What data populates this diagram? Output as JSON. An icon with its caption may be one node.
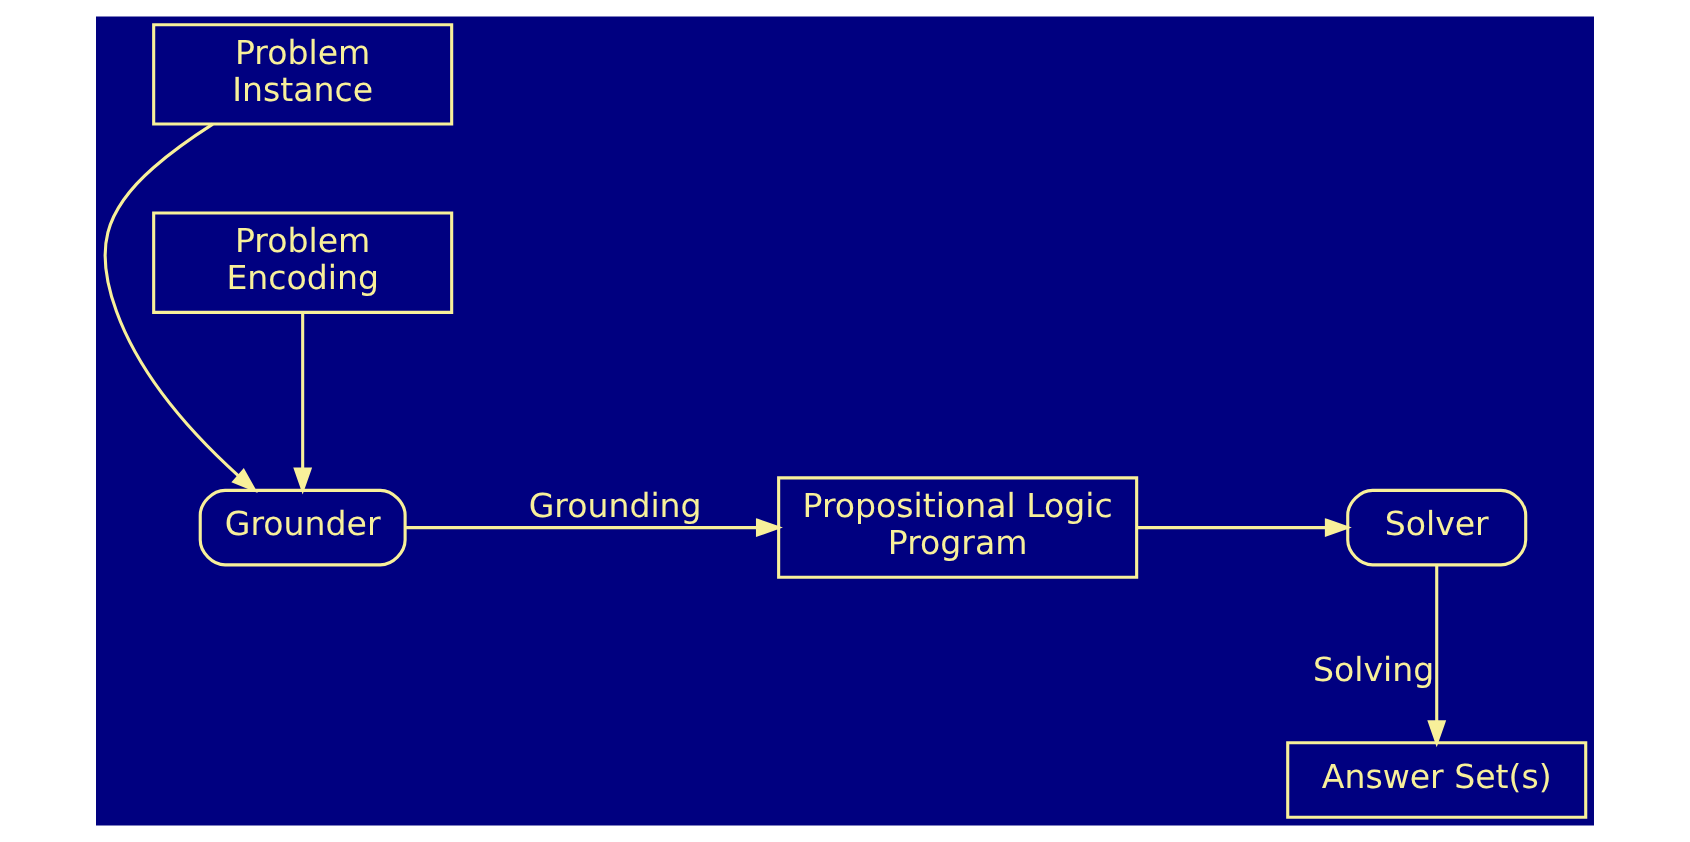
{
  "diagram": {
    "nodes": [
      {
        "text": [
          "Problem Instance"
        ]
      },
      {
        "text": [
          "Grounder"
        ]
      },
      {
        "text": [
          "Problem Encoding"
        ]
      },
      {
        "text": [
          "Propositional Logic Program"
        ]
      },
      {
        "text": [
          "Solver"
        ]
      },
      {
        "text": [
          "Answer Set(s)"
        ]
      }
    ],
    "edges": [
      {
        "from": 0,
        "to": 1,
        "arrow": "to"
      },
      {
        "from": 2,
        "to": 1,
        "arrow": "to"
      },
      {
        "from": 1,
        "to": 3,
        "arrow": "to",
        "label": "Grounding"
      },
      {
        "from": 3,
        "to": 4,
        "arrow": "to"
      },
      {
        "from": 4,
        "to": 5,
        "arrow": "to",
        "label": "Solving"
      }
    ]
  }
}
